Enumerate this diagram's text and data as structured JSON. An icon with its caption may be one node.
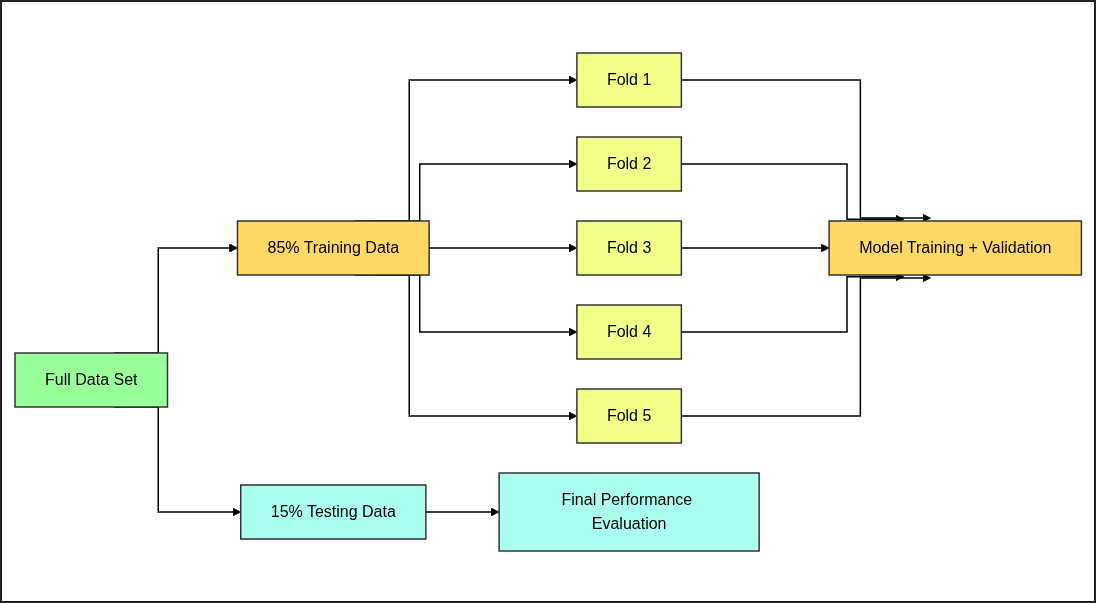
{
  "diagram": {
    "nodes": [
      {
        "text": [
          "Full Data Set"
        ]
      },
      {
        "text": [
          "85% Training Data"
        ]
      },
      {
        "text": [
          "15% Testing Data"
        ]
      },
      {
        "text": [
          "Fold 1"
        ]
      },
      {
        "text": [
          "Fold 2"
        ]
      },
      {
        "text": [
          "Fold 3"
        ]
      },
      {
        "text": [
          "Fold 4"
        ]
      },
      {
        "text": [
          "Fold 5"
        ]
      },
      {
        "text": [
          "Model Training + Validation"
        ]
      },
      {
        "text": [
          "Final Performance Evaluation"
        ]
      }
    ],
    "edges": [
      {
        "from": 0,
        "to": 1,
        "arrow": "to"
      },
      {
        "from": 0,
        "to": 2,
        "arrow": "to"
      },
      {
        "from": 1,
        "to": 3,
        "arrow": "to"
      },
      {
        "from": 1,
        "to": 4,
        "arrow": "to"
      },
      {
        "from": 1,
        "to": 5,
        "arrow": "to"
      },
      {
        "from": 1,
        "to": 6,
        "arrow": "to"
      },
      {
        "from": 1,
        "to": 7,
        "arrow": "to"
      },
      {
        "from": 3,
        "to": 8,
        "arrow": "to"
      },
      {
        "from": 4,
        "to": 8,
        "arrow": "to"
      },
      {
        "from": 5,
        "to": 8,
        "arrow": "to"
      },
      {
        "from": 6,
        "to": 8,
        "arrow": "to"
      },
      {
        "from": 7,
        "to": 8,
        "arrow": "to"
      },
      {
        "from": 2,
        "to": 9,
        "arrow": "to"
      }
    ]
  }
}
